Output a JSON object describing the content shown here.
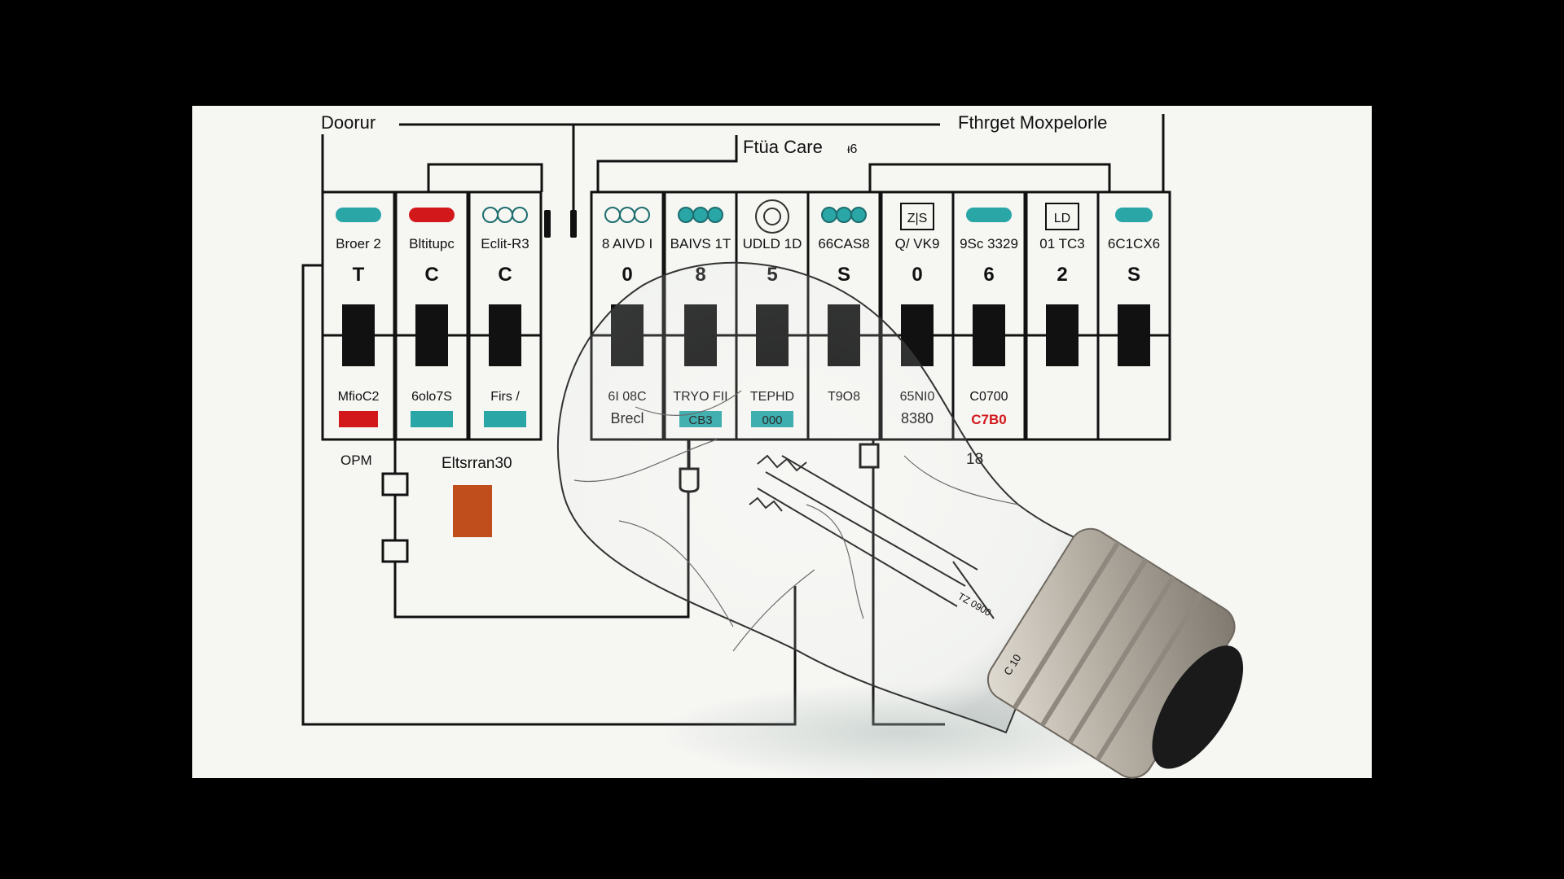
{
  "colors": {
    "frame": "#000000",
    "paper": "#f6f6f3",
    "line": "#111111",
    "teal": "#2aa6a7",
    "red": "#d3181c",
    "orange": "#bf4e1c",
    "lamp_metal": "#b9b2a8",
    "lamp_tip": "#1a1a1a"
  },
  "header": {
    "left_label": "Doorur",
    "right_label": "Fthrget  Moxpelorle",
    "center_label": "Ftüa  Care",
    "center_suffix": "ᵻ6"
  },
  "modules": [
    {
      "indicator": "teal-pill",
      "name": "Broer 2",
      "letter": "T",
      "bottom_label": "MfioC2",
      "badge": "red"
    },
    {
      "indicator": "red-pill",
      "name": "Bltitupc",
      "letter": "C",
      "bottom_label": "6olo7S",
      "badge": "teal"
    },
    {
      "indicator": "rings",
      "name": "Eclit-R3",
      "letter": "C",
      "bottom_label": "Firs /",
      "badge": "teal"
    },
    {
      "indicator": "rings",
      "name": "8 AIVD I",
      "letter": "0",
      "bottom_label": "6I 08C",
      "bottom_label_2": "Brecl",
      "badge": "none"
    },
    {
      "indicator": "teal-rings",
      "name": "BAIVS 1T",
      "letter": "8",
      "bottom_label": "TRYO FII",
      "bottom_label_2": "CB3",
      "badge": "teal-text"
    },
    {
      "indicator": "gear",
      "name": "UDLD 1D",
      "letter": "5",
      "bottom_label": "TEPHD",
      "bottom_label_2": "000",
      "badge": "teal-text"
    },
    {
      "indicator": "teal-rings",
      "name": "66CAS8",
      "letter": "S",
      "bottom_label": "T9O8",
      "badge": "none"
    },
    {
      "indicator": "box-label",
      "indicator_text": "Z|S",
      "name": "Q/ VK9",
      "letter": "0",
      "bottom_label": "65NI0",
      "bottom_label_2": "8380",
      "badge": "none"
    },
    {
      "indicator": "teal-pill",
      "name": "9Sc 3329",
      "letter": "6",
      "bottom_label": "C0700",
      "bottom_label_2": "C7B0",
      "badge": "red-text"
    },
    {
      "indicator": "box-label",
      "indicator_text": "LD",
      "name": "01 TC3",
      "letter": "2",
      "bottom_label": "",
      "badge": "none"
    },
    {
      "indicator": "teal-pill-small",
      "name": "6C1CX6",
      "letter": "S",
      "bottom_label": "",
      "badge": "none"
    }
  ],
  "lower": {
    "opm_label": "OPM",
    "elter_label": "Eltsrran30",
    "number_label": "18"
  },
  "lamp": {
    "glass_label": "TZ 0900",
    "base_label": "C 10"
  }
}
